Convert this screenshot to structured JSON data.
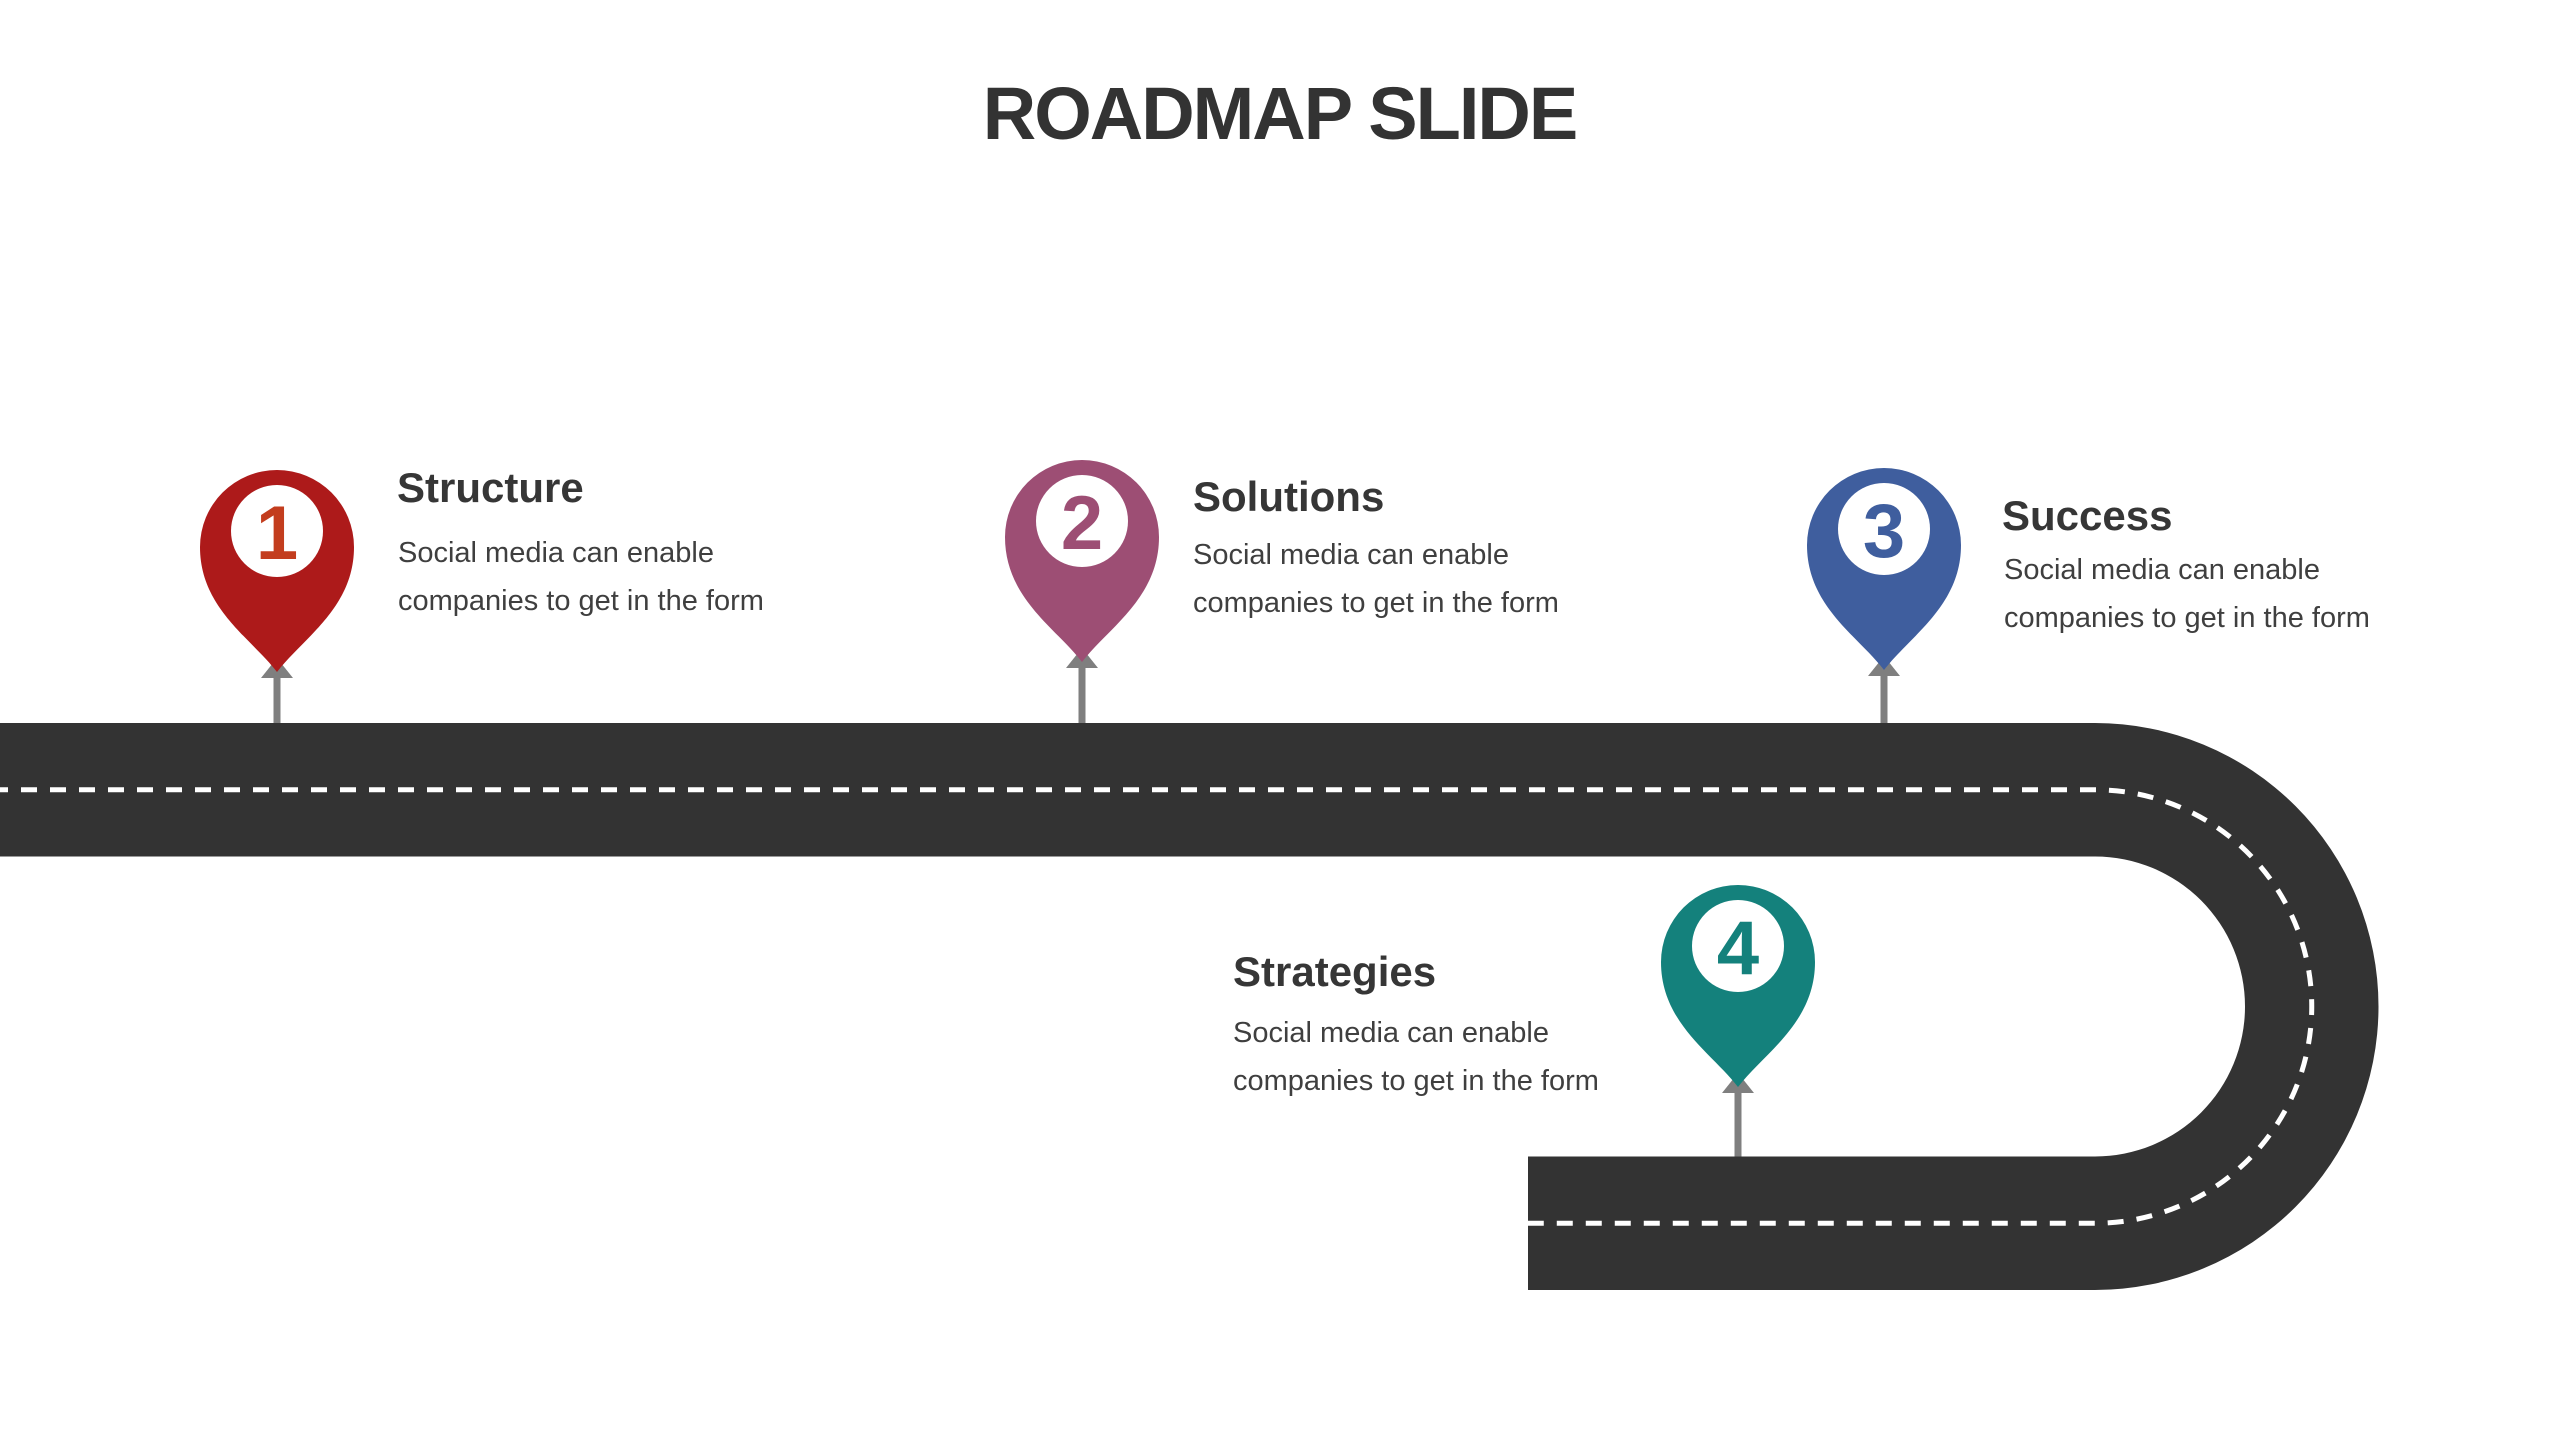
{
  "slide": {
    "title": "ROADMAP SLIDE",
    "background_color": "#ffffff"
  },
  "road": {
    "color": "#333333",
    "centerline_color": "#ffffff",
    "stem_color": "#7f7f7f"
  },
  "milestones": [
    {
      "number": "1",
      "heading": "Structure",
      "body_lines": [
        "Social media can enable",
        "companies to get in the form"
      ],
      "pin_color": "#ad1a1a",
      "number_color": "#c33d1e"
    },
    {
      "number": "2",
      "heading": "Solutions",
      "body_lines": [
        "Social media can enable",
        "companies to get in the form"
      ],
      "pin_color": "#9d4e74",
      "number_color": "#9d4e74"
    },
    {
      "number": "3",
      "heading": "Success",
      "body_lines": [
        "Social media can enable",
        "companies to get in the form"
      ],
      "pin_color": "#3f5e9e",
      "number_color": "#3f5e9e"
    },
    {
      "number": "4",
      "heading": "Strategies",
      "body_lines": [
        "Social media can enable",
        "companies to get in the form"
      ],
      "pin_color": "#14817c",
      "number_color": "#14817c"
    }
  ]
}
